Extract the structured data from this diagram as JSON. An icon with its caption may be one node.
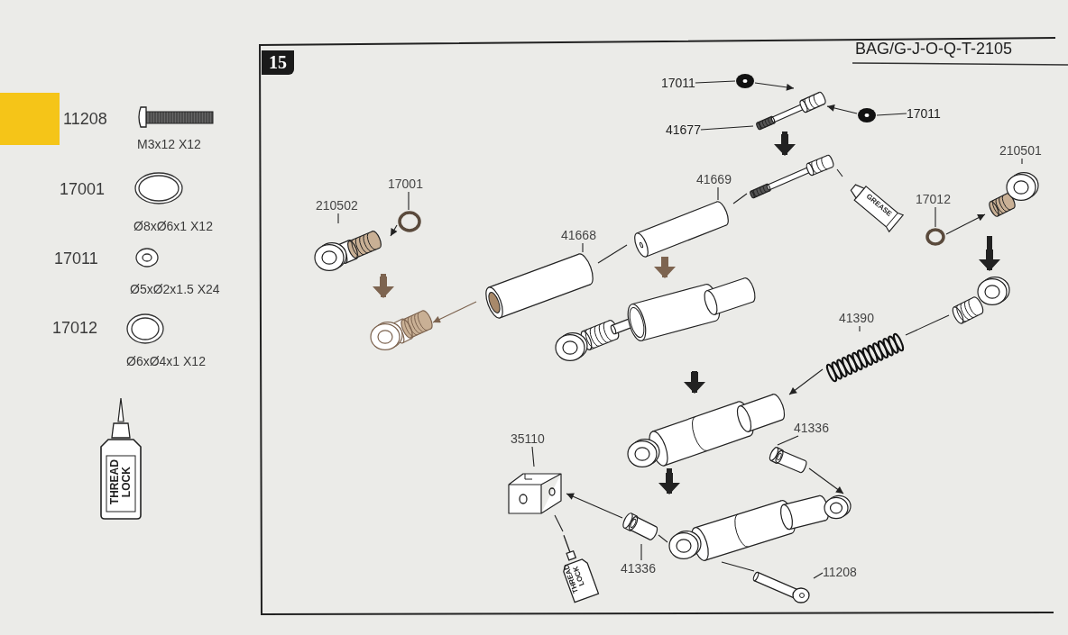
{
  "diagram": {
    "nodes": [
      {
        "text": [
          "17011"
        ]
      },
      {
        "text": [],
        "shape": "picture"
      },
      {
        "text": [],
        "shape": "picture"
      },
      {
        "text": [],
        "shape": "picture"
      },
      {
        "text": [
          "17011"
        ]
      },
      {
        "text": [
          "41677"
        ]
      },
      {
        "text": [],
        "shape": "picture"
      },
      {
        "text": [
          "GREASE"
        ]
      },
      {
        "text": [
          "41669"
        ]
      },
      {
        "text": [],
        "shape": "picture"
      },
      {
        "text": [
          "41668"
        ]
      },
      {
        "text": [],
        "shape": "picture"
      },
      {
        "text": [
          "17001"
        ]
      },
      {
        "text": [],
        "shape": "circle"
      },
      {
        "text": [
          "210502"
        ]
      },
      {
        "text": [],
        "shape": "picture"
      },
      {
        "text": [],
        "shape": "picture"
      },
      {
        "text": [],
        "shape": "picture"
      },
      {
        "text": [
          "210501"
        ]
      },
      {
        "text": [],
        "shape": "picture"
      },
      {
        "text": [
          "17012"
        ]
      },
      {
        "text": [],
        "shape": "circle"
      },
      {
        "text": [],
        "shape": "picture"
      },
      {
        "text": [
          "41390"
        ]
      },
      {
        "text": [],
        "shape": "picture"
      },
      {
        "text": [],
        "shape": "picture"
      },
      {
        "text": [
          "41336"
        ]
      },
      {
        "text": [],
        "shape": "picture"
      },
      {
        "text": [],
        "shape": "picture"
      },
      {
        "text": [
          "35110"
        ]
      },
      {
        "text": [],
        "shape": "picture"
      },
      {
        "text": [
          "THREAD LOCK"
        ]
      },
      {
        "text": [],
        "shape": "picture"
      },
      {
        "text": [
          "41336"
        ]
      },
      {
        "text": [
          "11208"
        ]
      },
      {
        "text": [],
        "shape": "picture"
      },
      {
        "text": [
          "THREAD LOCK"
        ]
      }
    ],
    "edges": [
      {
        "from": 0,
        "to": 1,
        "arrow": "none"
      },
      {
        "from": 1,
        "to": 2,
        "arrow": "to"
      },
      {
        "from": 3,
        "to": 2,
        "arrow": "to"
      },
      {
        "from": 4,
        "to": 3,
        "arrow": "none"
      },
      {
        "from": 5,
        "to": 2,
        "arrow": "none"
      },
      {
        "from": 2,
        "to": 6,
        "arrow": "to",
        "style": "thick"
      },
      {
        "from": 7,
        "to": 6,
        "arrow": "none"
      },
      {
        "from": 6,
        "to": 9,
        "arrow": "none"
      },
      {
        "from": 8,
        "to": 9,
        "arrow": "none"
      },
      {
        "from": 9,
        "to": 11,
        "arrow": "none"
      },
      {
        "from": 10,
        "to": 11,
        "arrow": "none"
      },
      {
        "from": 11,
        "to": 16,
        "arrow": "to",
        "color": "#7d6450"
      },
      {
        "from": 12,
        "to": 13,
        "arrow": "none"
      },
      {
        "from": 13,
        "to": 15,
        "arrow": "to"
      },
      {
        "from": 14,
        "to": 15,
        "arrow": "none"
      },
      {
        "from": 15,
        "to": 16,
        "arrow": "to",
        "style": "thick",
        "color": "#7d6450"
      },
      {
        "from": 9,
        "to": 17,
        "arrow": "to",
        "style": "thick",
        "color": "#7d6450"
      },
      {
        "from": 18,
        "to": 19,
        "arrow": "none"
      },
      {
        "from": 20,
        "to": 21,
        "arrow": "none"
      },
      {
        "from": 21,
        "to": 19,
        "arrow": "to"
      },
      {
        "from": 19,
        "to": 22,
        "arrow": "to",
        "style": "thick"
      },
      {
        "from": 22,
        "to": 24,
        "arrow": "none"
      },
      {
        "from": 24,
        "to": 25,
        "arrow": "to"
      },
      {
        "from": 23,
        "to": 24,
        "arrow": "none"
      },
      {
        "from": 17,
        "to": 25,
        "arrow": "to",
        "style": "thick"
      },
      {
        "from": 26,
        "to": 27,
        "arrow": "none"
      },
      {
        "from": 27,
        "to": 28,
        "arrow": "to"
      },
      {
        "from": 25,
        "to": 28,
        "arrow": "to",
        "style": "thick"
      },
      {
        "from": 29,
        "to": 30,
        "arrow": "none"
      },
      {
        "from": 32,
        "to": 30,
        "arrow": "to"
      },
      {
        "from": 28,
        "to": 32,
        "arrow": "none"
      },
      {
        "from": 33,
        "to": 32,
        "arrow": "none"
      },
      {
        "from": 31,
        "to": 30,
        "arrow": "none"
      },
      {
        "from": 34,
        "to": 35,
        "arrow": "none"
      },
      {
        "from": 35,
        "to": 28,
        "arrow": "none"
      }
    ],
    "labels": [
      "BAG/G-J-O-Q-T-2105",
      "15",
      "11208",
      "M3x12 X12",
      "17001",
      "Ø8xØ6x1 X12",
      "17011",
      "Ø5xØ2x1.5 X24",
      "17012",
      "Ø6xØ4x1 X12"
    ]
  }
}
